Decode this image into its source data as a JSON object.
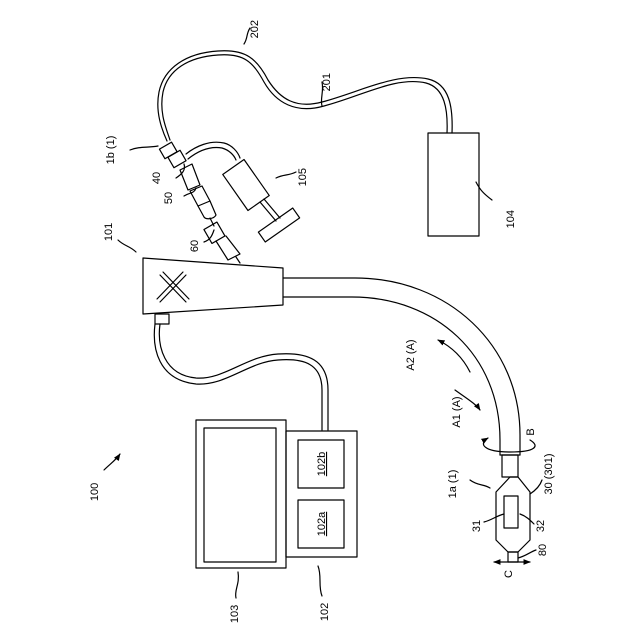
{
  "figure": {
    "labels": {
      "system": "100",
      "endoscope_body": "101",
      "control_device": "102",
      "control_unit_b": "102b",
      "control_unit_a": "102a",
      "display": "103",
      "light_source": "104",
      "syringe": "105",
      "fiber": "201",
      "cable": "202",
      "proximal_probe": "1b (1)",
      "distal_probe": "1a (1)",
      "part_30": "30 (301)",
      "part_31": "31",
      "part_32": "32",
      "part_40": "40",
      "part_50": "50",
      "part_60": "60",
      "part_80": "80",
      "dir_a1": "A1 (A)",
      "dir_a2": "A2 (A)",
      "dir_b": "B",
      "dir_c": "C"
    }
  }
}
